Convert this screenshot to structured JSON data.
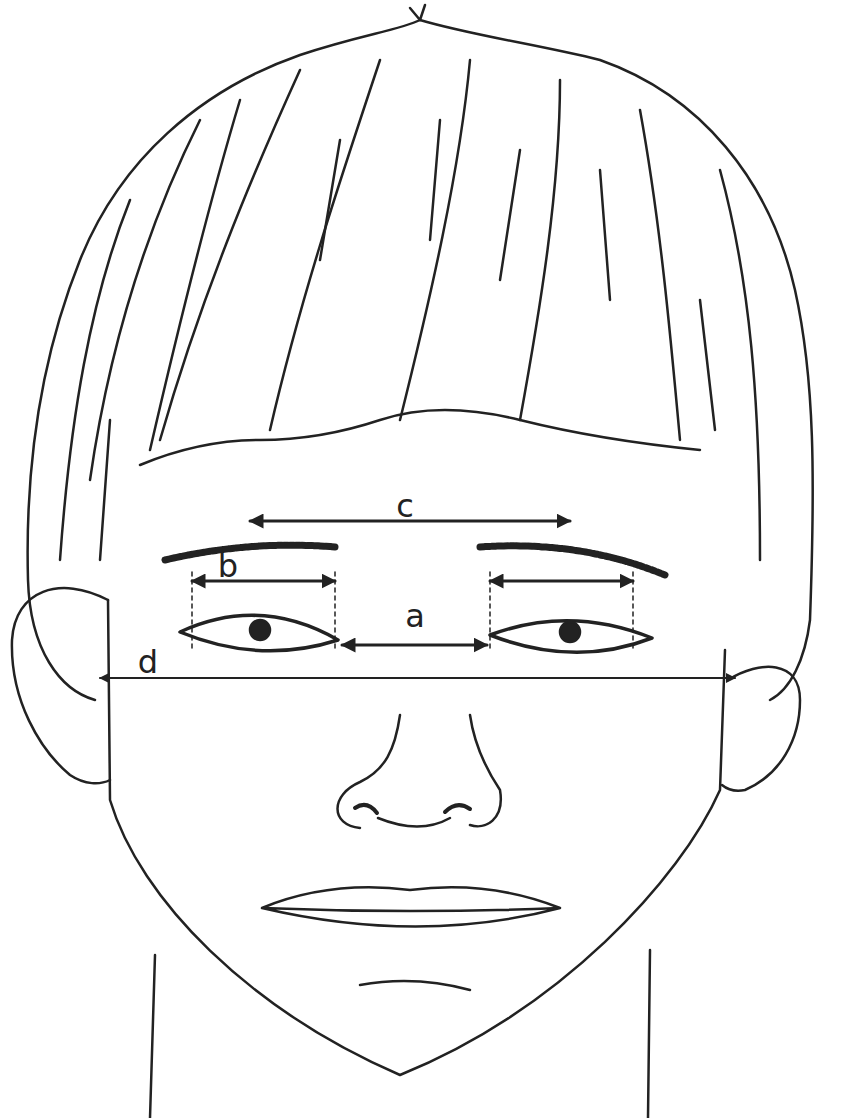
{
  "diagram": {
    "labels": [
      "c",
      "b",
      "a",
      "d"
    ]
  }
}
